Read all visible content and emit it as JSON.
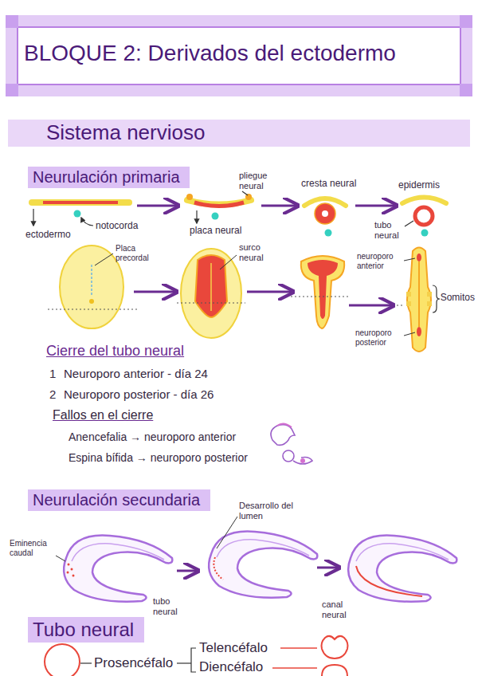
{
  "diagram": {
    "title": "BLOQUE 2: Derivados del ectodermo",
    "nodes": [
      {
        "text": [
          "Sistema nervioso"
        ]
      },
      {
        "text": [
          "Neurulación primaria"
        ]
      },
      {
        "text": [
          "Neurulación secundaria"
        ]
      },
      {
        "text": [
          "Tubo neural"
        ]
      }
    ],
    "labels": [
      "pliegue neural",
      "cresta neural",
      "epidermis",
      "notocorda",
      "ectodermo",
      "placa neural",
      "tubo neural",
      "Placa precordal",
      "surco neural",
      "neuroporo anterior",
      "Somitos",
      "neuroporo posterior",
      "Cierre del tubo neural",
      "1",
      "Neuroporo anterior - día 24",
      "2",
      "Neuroporo posterior - día 26",
      "Fallos en el cierre",
      "Anencefalia → neuroporo anterior",
      "Espina bífida → neuroporo posterior",
      "Eminencia caudal",
      "Desarrollo del lumen",
      "tubo neural",
      "canal neural",
      "Prosencéfalo",
      "Telencéfalo",
      "Diencéfalo"
    ]
  }
}
